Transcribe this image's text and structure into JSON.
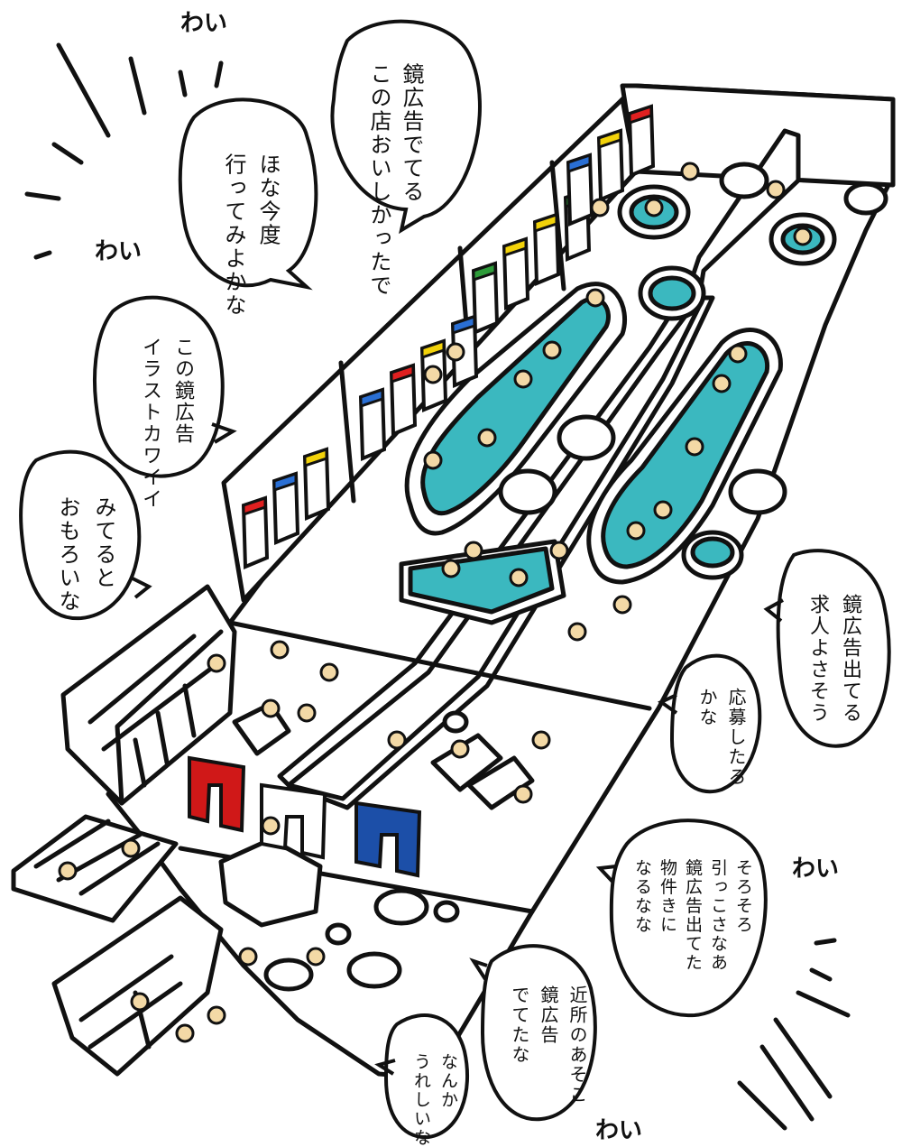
{
  "colors": {
    "ink": "#111111",
    "water": "#3bb8bf",
    "skin": "#f3d9a6",
    "noren_red": "#d01818",
    "noren_blue": "#1c4fa8",
    "sign_red": "#e02020",
    "sign_blue": "#2a6fd4",
    "sign_yellow": "#f2d20a",
    "sign_green": "#2e9c3a"
  },
  "cheers": [
    "わい",
    "わい",
    "わい",
    "わい"
  ],
  "bubbles": [
    {
      "id": "top-center",
      "lines": [
        "鏡広告でてる",
        "この店おいしかったで"
      ]
    },
    {
      "id": "top-left",
      "lines": [
        "ほな今度",
        "行ってみよかな"
      ]
    },
    {
      "id": "mid-left",
      "lines": [
        "この鏡広告",
        "イラストカワイイ"
      ]
    },
    {
      "id": "lower-left",
      "lines": [
        "みてると",
        "おもろいな"
      ]
    },
    {
      "id": "right-upper",
      "lines": [
        "鏡広告出てる",
        "求人よさそう"
      ]
    },
    {
      "id": "right-mid",
      "lines": [
        "応募したろ",
        "かな"
      ]
    },
    {
      "id": "right-lower",
      "lines": [
        "そろそろ",
        "引っこさなあ",
        "鏡広告出てた",
        "物件きに",
        "なるなな"
      ]
    },
    {
      "id": "bottom-center",
      "lines": [
        "近所のあそこ",
        "鏡広告",
        "でてたな"
      ]
    },
    {
      "id": "bottom-left",
      "lines": [
        "なんか",
        "うれしいな"
      ]
    }
  ],
  "sign_panels": [
    {
      "colors": [
        "sign_red",
        "sign_blue",
        "sign_yellow"
      ]
    },
    {
      "colors": [
        "sign_blue",
        "sign_red",
        "sign_yellow",
        "sign_blue"
      ]
    },
    {
      "colors": [
        "sign_green",
        "sign_yellow",
        "sign_yellow",
        "sign_green"
      ]
    },
    {
      "colors": [
        "sign_blue",
        "sign_yellow",
        "sign_red"
      ]
    }
  ]
}
